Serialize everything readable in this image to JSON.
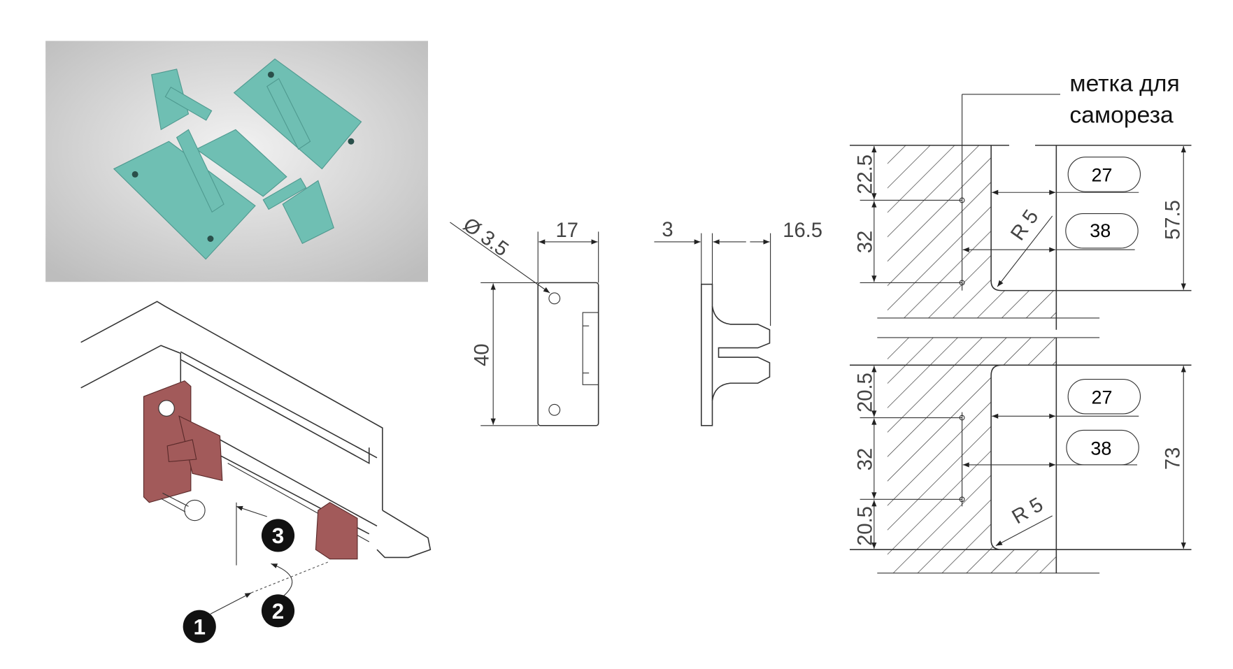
{
  "render": {
    "part_color": "#6fbfb3",
    "background": "#e4e4e4"
  },
  "assembly": {
    "part_color": "#a25a5a",
    "steps": [
      "1",
      "2",
      "3"
    ]
  },
  "front_view": {
    "diameter": "Ø 3.5",
    "width": "17",
    "height": "40"
  },
  "side_view": {
    "thickness": "3",
    "depth": "16.5"
  },
  "section_top": {
    "label_line1": "метка для",
    "label_line2": "самореза",
    "dim_a": "22.5",
    "dim_b": "32",
    "total": "57.5",
    "pill_1": "27",
    "pill_2": "38",
    "radius": "R 5"
  },
  "section_bottom": {
    "dim_a": "20.5",
    "dim_b": "32",
    "dim_c": "20.5",
    "total": "73",
    "pill_1": "27",
    "pill_2": "38",
    "radius": "R 5"
  }
}
